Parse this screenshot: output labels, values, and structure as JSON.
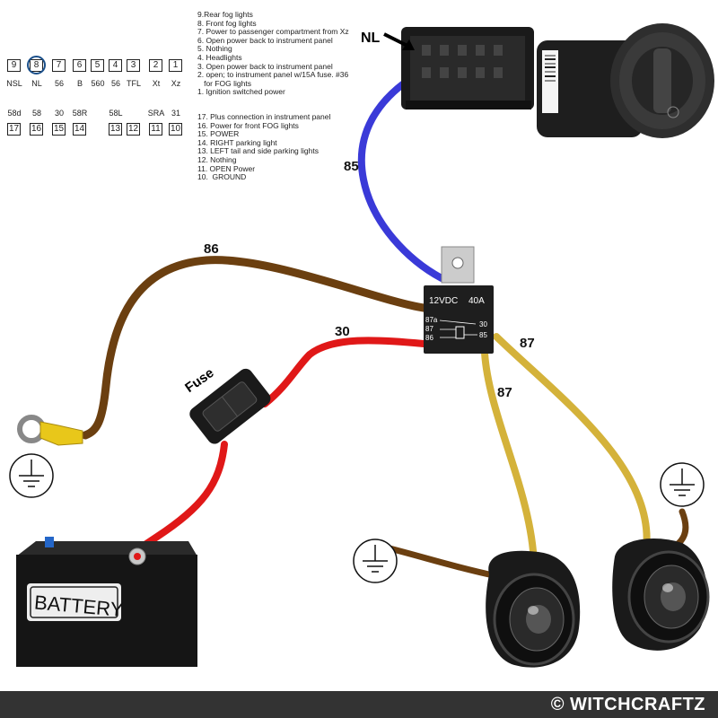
{
  "pinout": {
    "top_row": [
      {
        "num": "9",
        "label": "NSL"
      },
      {
        "num": "8",
        "label": "NL"
      },
      {
        "num": "7",
        "label": "56"
      },
      {
        "num": "6",
        "label": "B"
      },
      {
        "num": "5",
        "label": "560"
      },
      {
        "num": "4",
        "label": "56"
      },
      {
        "num": "3",
        "label": "TFL"
      },
      {
        "num": "2",
        "label": "Xt"
      },
      {
        "num": "1",
        "label": "Xz"
      }
    ],
    "bottom_row": [
      {
        "num": "17",
        "label": "58d"
      },
      {
        "num": "16",
        "label": "58"
      },
      {
        "num": "15",
        "label": "30"
      },
      {
        "num": "14",
        "label": "58R"
      },
      {
        "num": "13",
        "label": "58L"
      },
      {
        "num": "12",
        "label": ""
      },
      {
        "num": "11",
        "label": "SRA"
      },
      {
        "num": "10",
        "label": "31"
      }
    ]
  },
  "legend_top": [
    "9.Rear fog lights",
    "8. Front fog lights",
    "7. Power to passenger compartment from Xz",
    "6. Open power back to instrument panel",
    "5. Nothing",
    "4. Headlights",
    "3. Open power back to instrument panel",
    "2. open; to instrument panel w/15A fuse. #36",
    "   for FOG lights",
    "1. Ignition switched power"
  ],
  "legend_bottom": [
    "17. Plus connection in instrument panel",
    "16. Power for front FOG lights",
    "15. POWER",
    "14. RIGHT parking light",
    "13. LEFT tail and side parking lights",
    "12. Nothing",
    "11. OPEN Power",
    "10.  GROUND"
  ],
  "connector_label": "NL",
  "relay": {
    "rating_left": "12VDC",
    "rating_right": "40A",
    "pins": {
      "p87a": "87a",
      "p87": "87",
      "p86": "86",
      "p30": "30",
      "p85": "85"
    }
  },
  "wires": {
    "w85": "85",
    "w86": "86",
    "w30": "30",
    "w87a": "87",
    "w87b": "87"
  },
  "fuse_label": "Fuse",
  "battery_label": "BATTERY",
  "copyright": "© WITCHCRAFTZ",
  "colors": {
    "wire_85": "#3a3ad8",
    "wire_86": "#6b3f10",
    "wire_30": "#e01818",
    "wire_87": "#d4b23a",
    "ground_wire": "#6b3f10"
  }
}
